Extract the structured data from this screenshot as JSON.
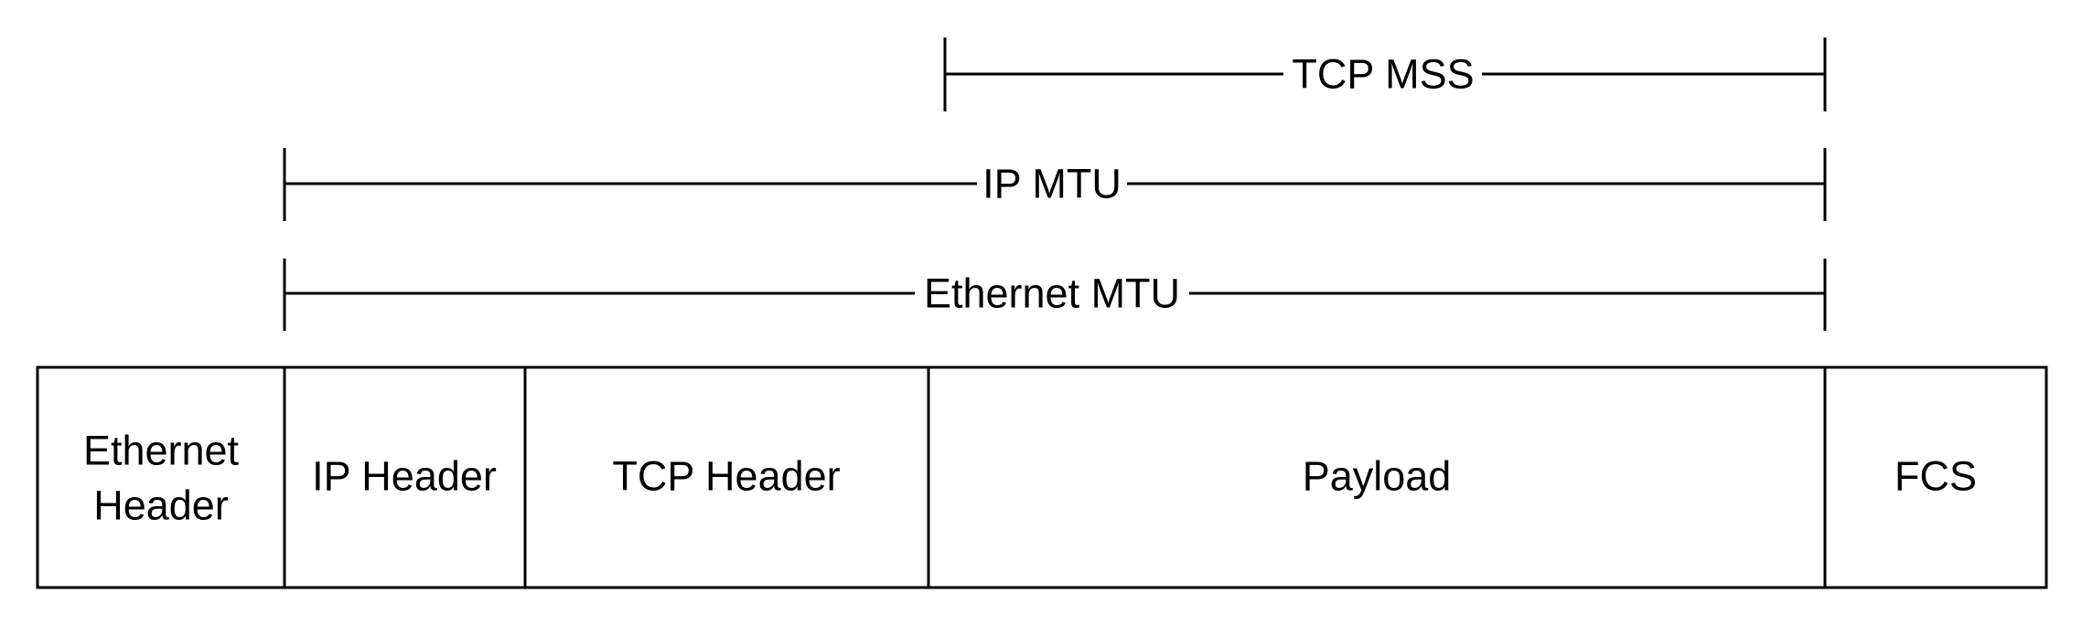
{
  "measurements": {
    "tcp_mss": "TCP MSS",
    "ip_mtu": "IP MTU",
    "ethernet_mtu": "Ethernet MTU"
  },
  "frame": {
    "ethernet_header_line1": "Ethernet",
    "ethernet_header_line2": "Header",
    "ip_header": "IP Header",
    "tcp_header": "TCP Header",
    "payload": "Payload",
    "fcs": "FCS"
  },
  "colors": {
    "stroke": "#000000",
    "background": "#ffffff",
    "text": "#000000"
  }
}
